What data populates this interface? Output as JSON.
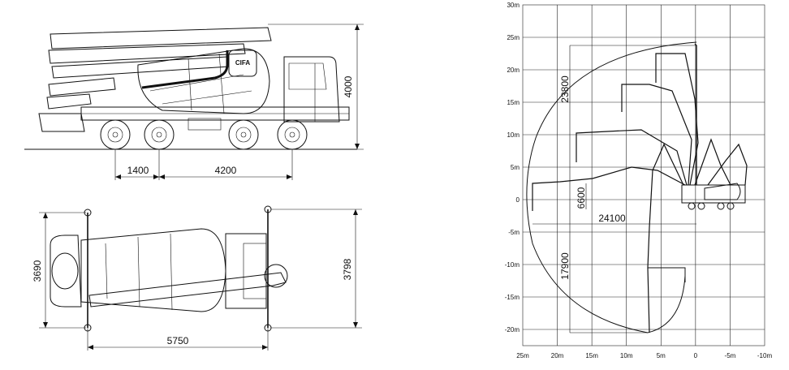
{
  "side_view": {
    "dims": {
      "height": "4000",
      "axle_spacing_1": "1400",
      "axle_spacing_2": "4200"
    },
    "logo": "CIFA"
  },
  "top_view": {
    "dims": {
      "width_front": "3690",
      "width_rear": "3798",
      "length": "5750"
    }
  },
  "reach_chart": {
    "y_ticks": [
      "30m",
      "25m",
      "20m",
      "15m",
      "10m",
      "5m",
      "0",
      "-5m",
      "-10m",
      "-15m",
      "-20m"
    ],
    "x_ticks": [
      "25m",
      "20m",
      "15m",
      "10m",
      "5m",
      "0",
      "-5m",
      "-10m"
    ],
    "dims": {
      "max_height": "23800",
      "min_height": "6600",
      "max_reach": "24100",
      "max_depth": "17900"
    }
  }
}
